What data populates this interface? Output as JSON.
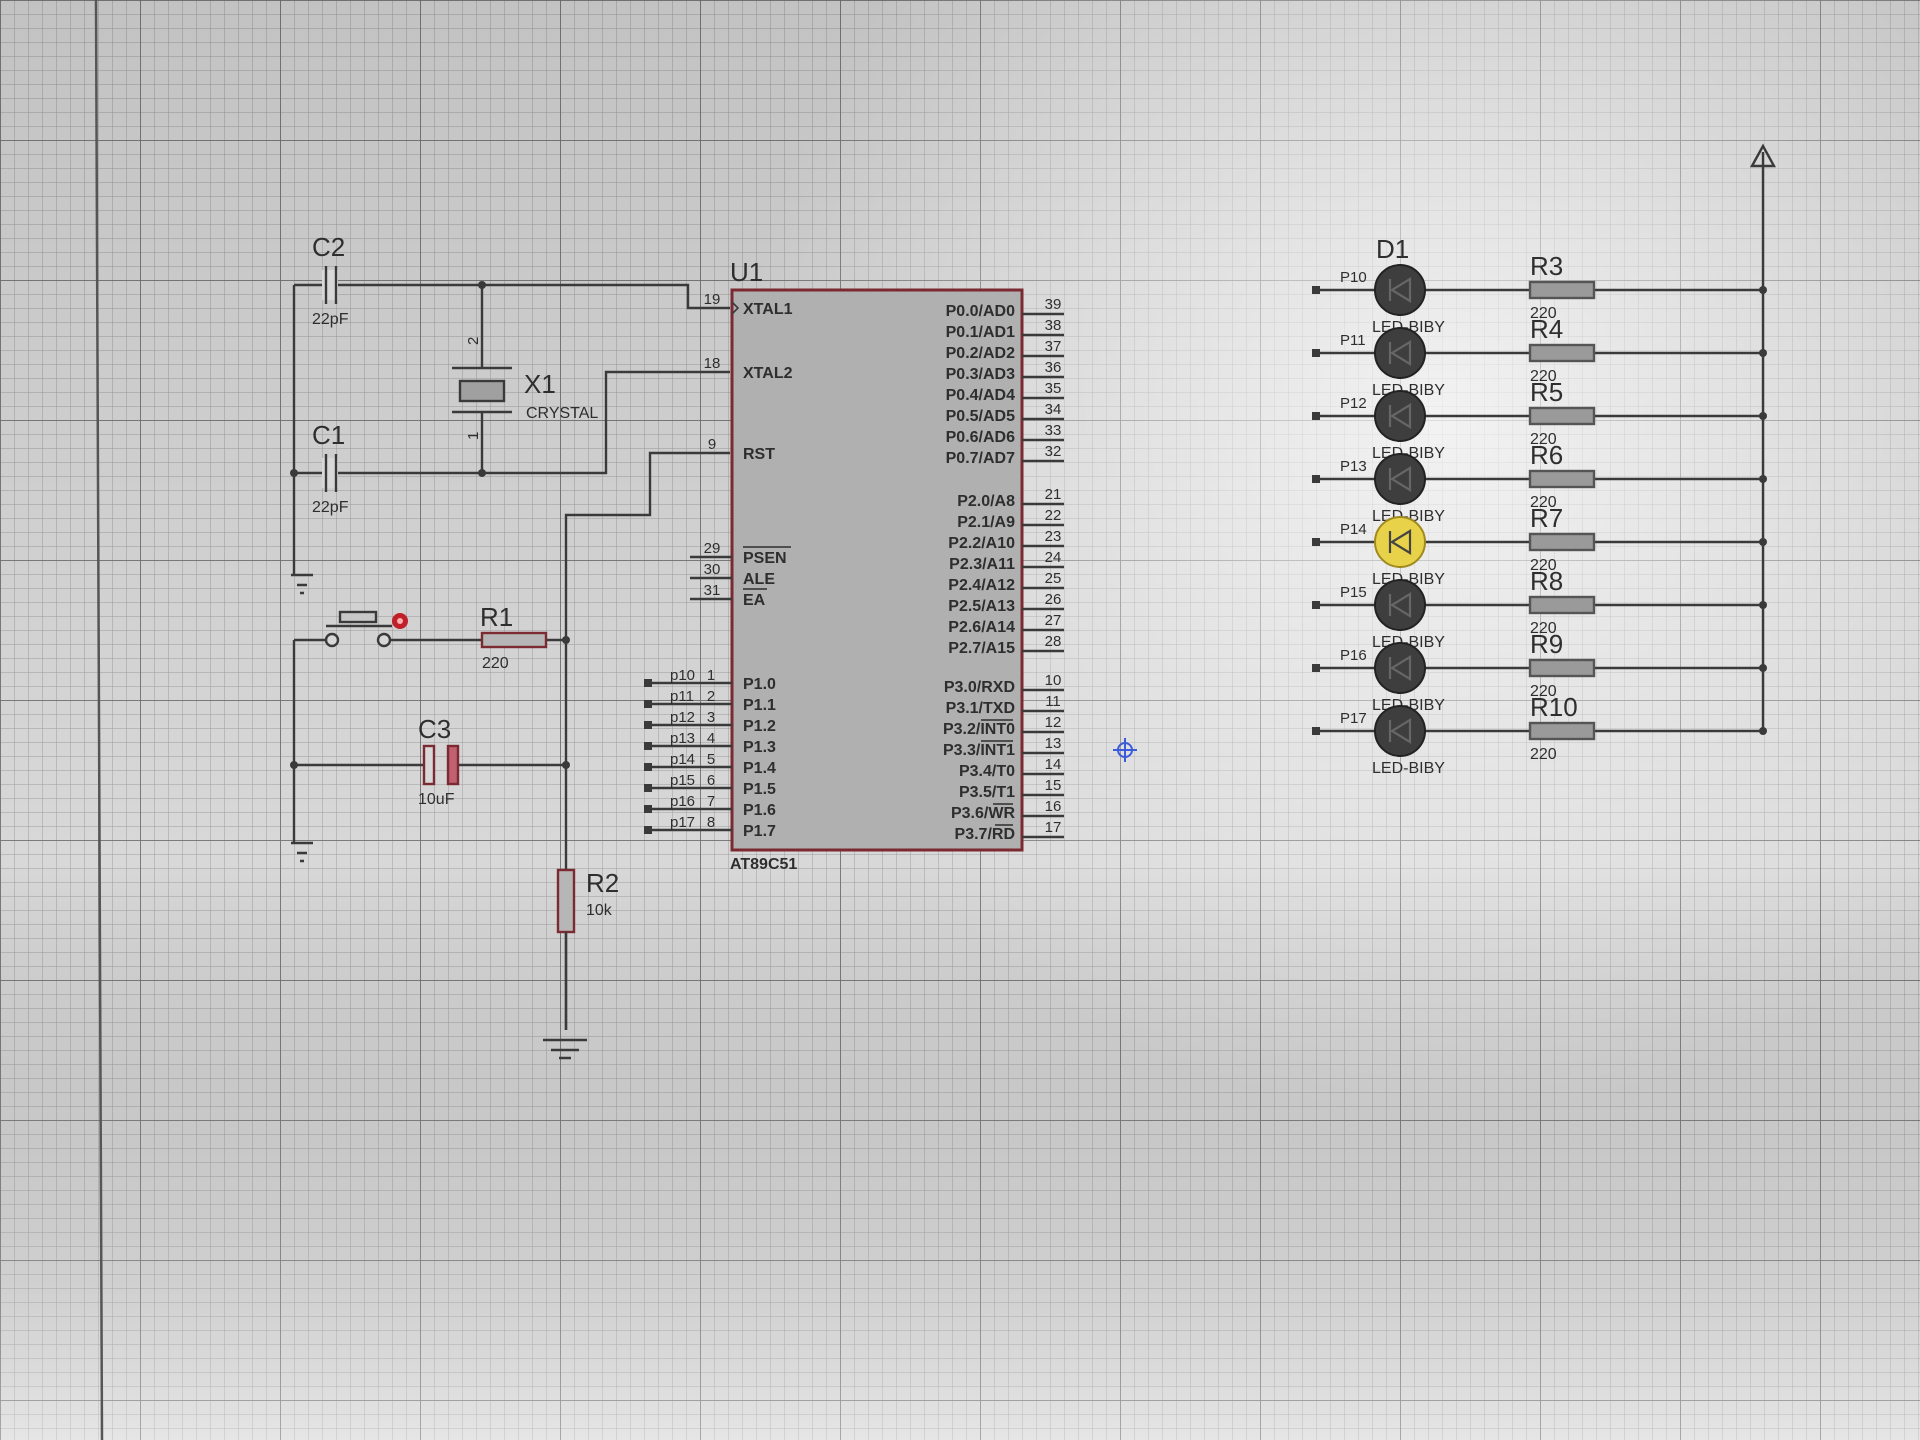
{
  "chip": {
    "ref": "U1",
    "part": "AT89C51",
    "left_pins": [
      {
        "num": "19",
        "name": "XTAL1"
      },
      {
        "num": "18",
        "name": "XTAL2"
      },
      {
        "num": "9",
        "name": "RST"
      },
      {
        "num": "29",
        "name": "PSEN"
      },
      {
        "num": "30",
        "name": "ALE"
      },
      {
        "num": "31",
        "name": "EA"
      },
      {
        "num": "1",
        "name": "P1.0",
        "net": "p10"
      },
      {
        "num": "2",
        "name": "P1.1",
        "net": "p11"
      },
      {
        "num": "3",
        "name": "P1.2",
        "net": "p12"
      },
      {
        "num": "4",
        "name": "P1.3",
        "net": "p13"
      },
      {
        "num": "5",
        "name": "P1.4",
        "net": "p14"
      },
      {
        "num": "6",
        "name": "P1.5",
        "net": "p15"
      },
      {
        "num": "7",
        "name": "P1.6",
        "net": "p16"
      },
      {
        "num": "8",
        "name": "P1.7",
        "net": "p17"
      }
    ],
    "right_pins": [
      {
        "num": "39",
        "name": "P0.0/AD0"
      },
      {
        "num": "38",
        "name": "P0.1/AD1"
      },
      {
        "num": "37",
        "name": "P0.2/AD2"
      },
      {
        "num": "36",
        "name": "P0.3/AD3"
      },
      {
        "num": "35",
        "name": "P0.4/AD4"
      },
      {
        "num": "34",
        "name": "P0.5/AD5"
      },
      {
        "num": "33",
        "name": "P0.6/AD6"
      },
      {
        "num": "32",
        "name": "P0.7/AD7"
      },
      {
        "num": "21",
        "name": "P2.0/A8"
      },
      {
        "num": "22",
        "name": "P2.1/A9"
      },
      {
        "num": "23",
        "name": "P2.2/A10"
      },
      {
        "num": "24",
        "name": "P2.3/A11"
      },
      {
        "num": "25",
        "name": "P2.4/A12"
      },
      {
        "num": "26",
        "name": "P2.5/A13"
      },
      {
        "num": "27",
        "name": "P2.6/A14"
      },
      {
        "num": "28",
        "name": "P2.7/A15"
      },
      {
        "num": "10",
        "name": "P3.0/RXD"
      },
      {
        "num": "11",
        "name": "P3.1/TXD"
      },
      {
        "num": "12",
        "name": "P3.2/INT0"
      },
      {
        "num": "13",
        "name": "P3.3/INT1"
      },
      {
        "num": "14",
        "name": "P3.4/T0"
      },
      {
        "num": "15",
        "name": "P3.5/T1"
      },
      {
        "num": "16",
        "name": "P3.6/WR"
      },
      {
        "num": "17",
        "name": "P3.7/RD"
      }
    ]
  },
  "components": {
    "c2": {
      "ref": "C2",
      "value": "22pF"
    },
    "c1": {
      "ref": "C1",
      "value": "22pF"
    },
    "x1": {
      "ref": "X1",
      "value": "CRYSTAL",
      "pin_top": "2",
      "pin_bottom": "1"
    },
    "r1": {
      "ref": "R1",
      "value": "220"
    },
    "c3": {
      "ref": "C3",
      "value": "10uF"
    },
    "r2": {
      "ref": "R2",
      "value": "10k"
    }
  },
  "led_array": {
    "leds": [
      {
        "net": "P10",
        "ref": "D1",
        "model": "LED-BIBY",
        "res_ref": "R3",
        "res_value": "220",
        "lit": false
      },
      {
        "net": "P11",
        "ref": "",
        "model": "LED-BIBY",
        "res_ref": "R4",
        "res_value": "220",
        "lit": false
      },
      {
        "net": "P12",
        "ref": "",
        "model": "LED-BIBY",
        "res_ref": "R5",
        "res_value": "220",
        "lit": false
      },
      {
        "net": "P13",
        "ref": "",
        "model": "LED-BIBY",
        "res_ref": "R6",
        "res_value": "220",
        "lit": false
      },
      {
        "net": "P14",
        "ref": "",
        "model": "LED-BIBY",
        "res_ref": "R7",
        "res_value": "220",
        "lit": true
      },
      {
        "net": "P15",
        "ref": "",
        "model": "LED-BIBY",
        "res_ref": "R8",
        "res_value": "220",
        "lit": false
      },
      {
        "net": "P16",
        "ref": "",
        "model": "LED-BIBY",
        "res_ref": "R9",
        "res_value": "220",
        "lit": false
      },
      {
        "net": "P17",
        "ref": "",
        "model": "LED-BIBY",
        "res_ref": "R10",
        "res_value": "220",
        "lit": false
      }
    ]
  },
  "colors": {
    "chip_outline": "#7a2a30",
    "led_off": "#3e3e3e",
    "led_on": "#e8d24a",
    "cursor": "#3b5bdb",
    "reset_marker": "#c0202a"
  }
}
